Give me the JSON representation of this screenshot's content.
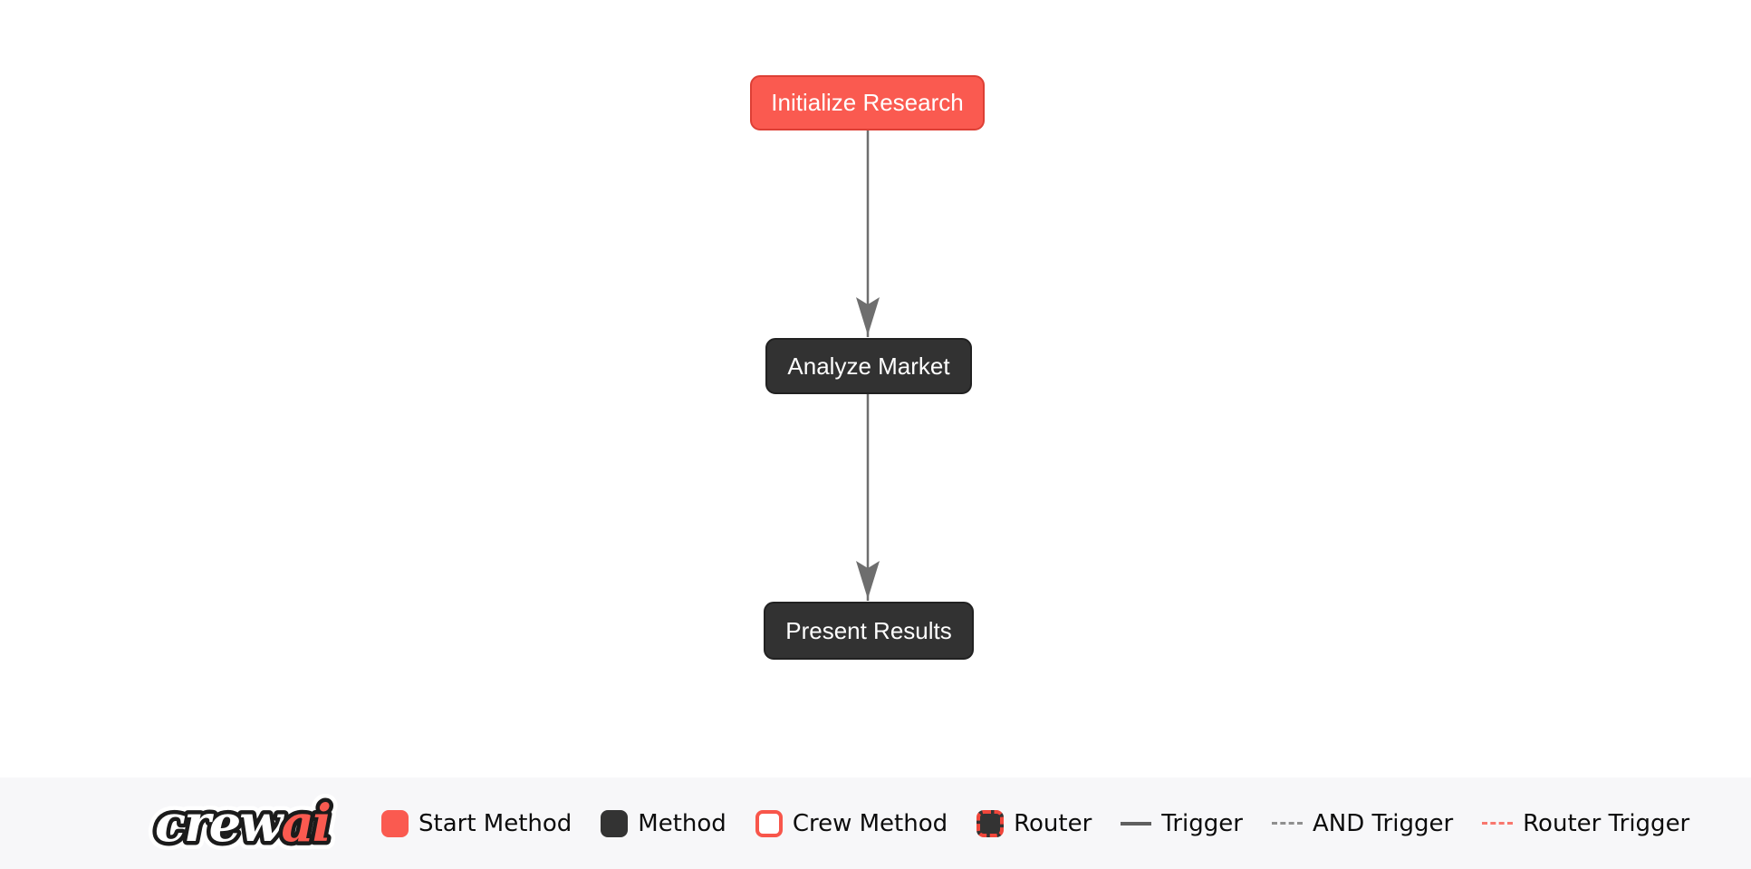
{
  "canvas": {
    "nodes": [
      {
        "label": "Initialize Research",
        "type": "start-method"
      },
      {
        "label": "Analyze Market",
        "type": "method"
      },
      {
        "label": "Present Results",
        "type": "method"
      }
    ],
    "edges": [
      {
        "from": "Initialize Research",
        "to": "Analyze Market",
        "type": "trigger"
      },
      {
        "from": "Analyze Market",
        "to": "Present Results",
        "type": "trigger"
      }
    ]
  },
  "legend": {
    "logo": {
      "crew": "crew",
      "ai": "ai"
    },
    "items": [
      {
        "label": "Start Method",
        "swatch": "start-method-square"
      },
      {
        "label": "Method",
        "swatch": "method-square"
      },
      {
        "label": "Crew Method",
        "swatch": "crew-method-square"
      },
      {
        "label": "Router",
        "swatch": "router-square"
      },
      {
        "label": "Trigger",
        "swatch": "solid-gray-line"
      },
      {
        "label": "AND Trigger",
        "swatch": "dashed-gray-line"
      },
      {
        "label": "Router Trigger",
        "swatch": "dashed-red-line"
      }
    ]
  },
  "colors": {
    "start_method_fill": "#fa5a50",
    "start_method_border": "#dd3f35",
    "method_fill": "#323232",
    "method_border": "#212121",
    "node_text": "#ffffff",
    "trigger_line": "#6e6e6e",
    "and_trigger_line": "#8f8f8f",
    "router_trigger_line": "#f8776e",
    "legend_background": "#f7f7f9"
  }
}
